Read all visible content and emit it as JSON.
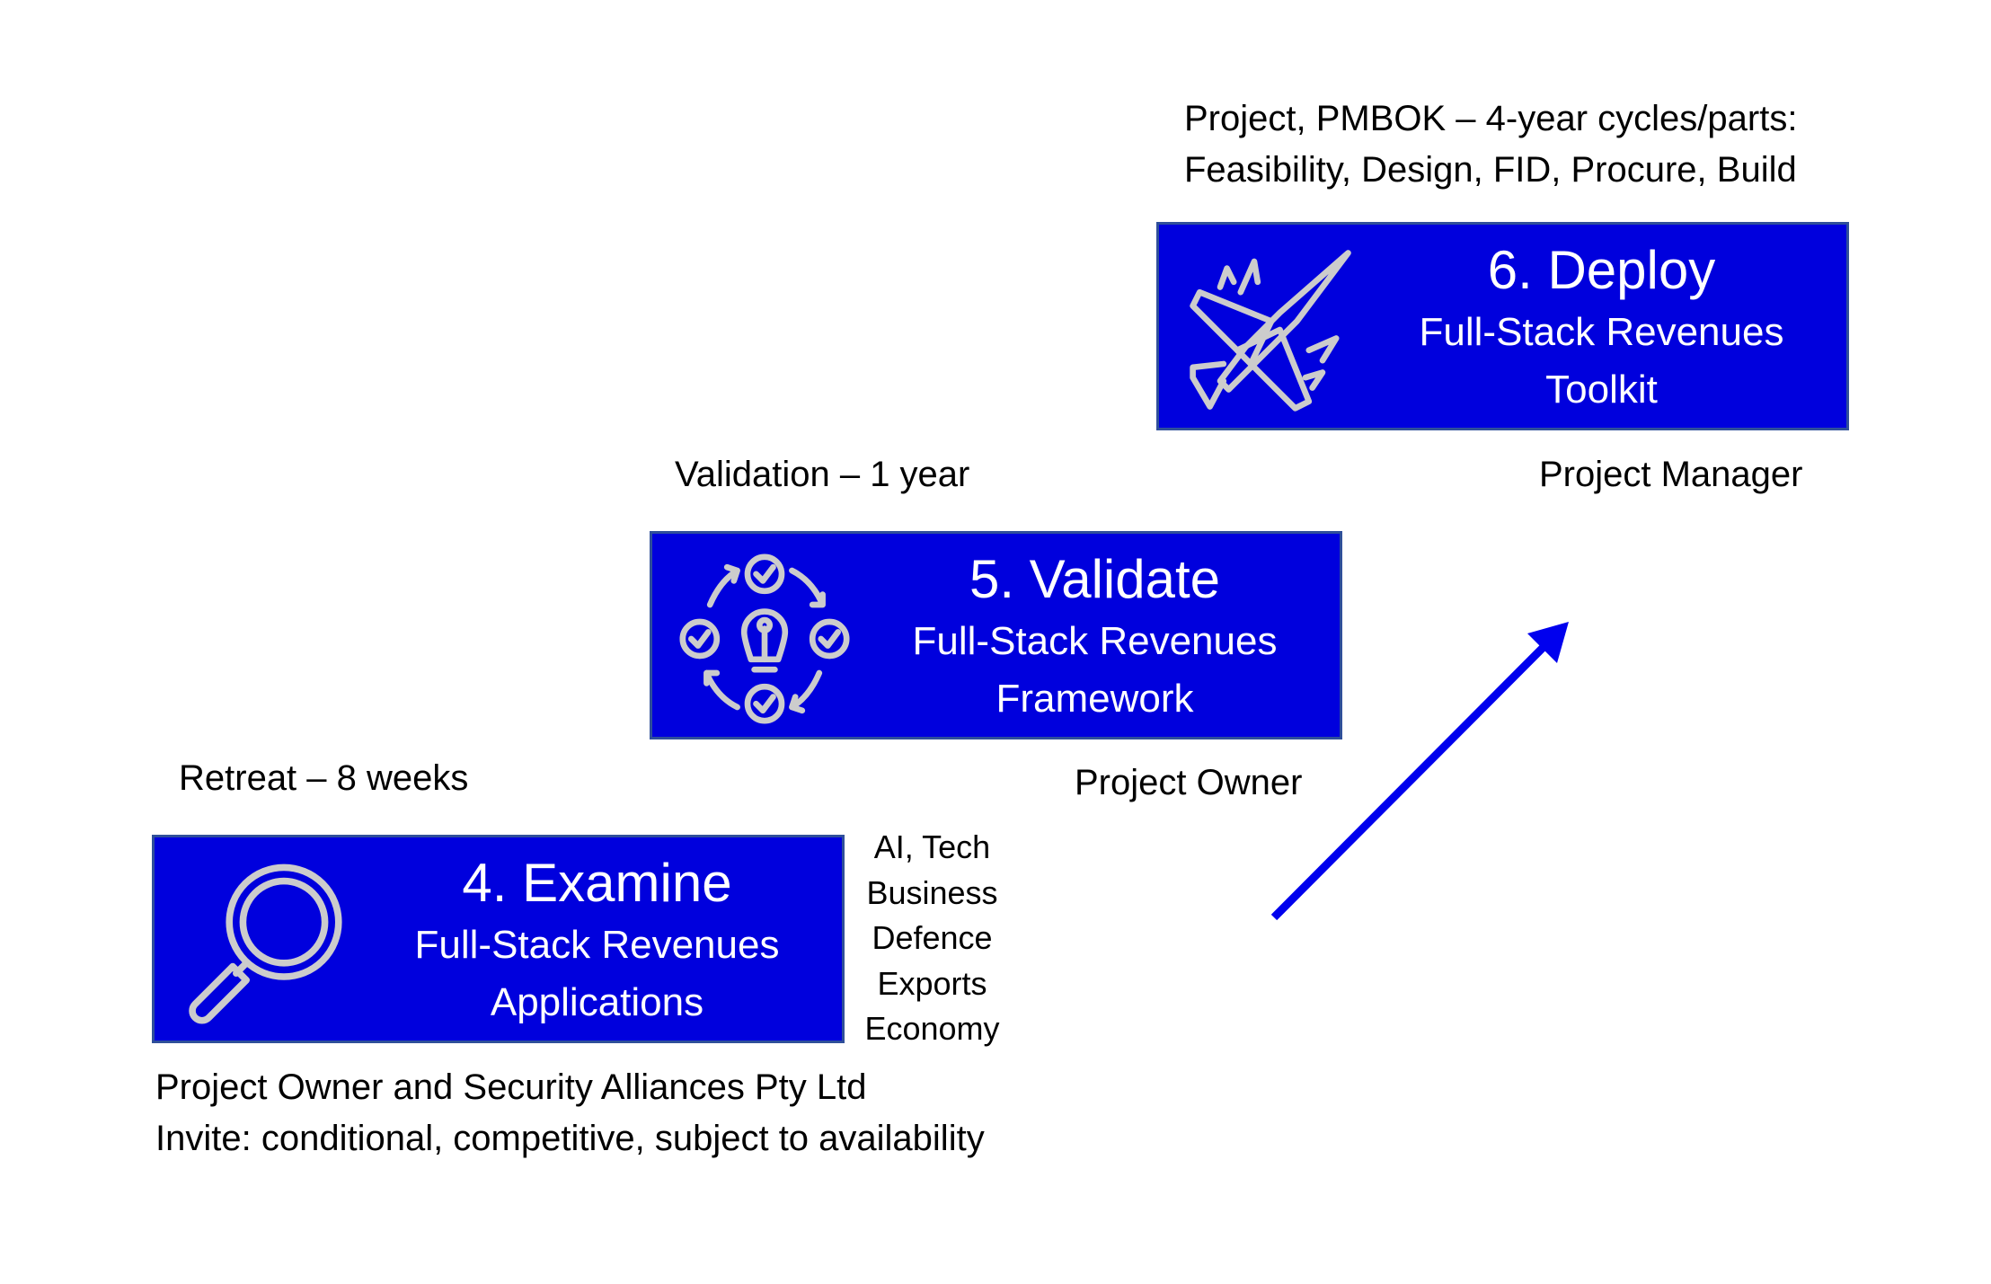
{
  "top_note": {
    "line1": "Project, PMBOK – 4-year cycles/parts:",
    "line2": "Feasibility, Design, FID, Procure, Build"
  },
  "steps": [
    {
      "icon": "magnifier-icon",
      "title": "4. Examine",
      "subtitle1": "Full-Stack Revenues",
      "subtitle2": "Applications",
      "duration": "Retreat – 8 weeks",
      "role": "Project Owner and Security Alliances Pty Ltd"
    },
    {
      "icon": "lightbulb-cycle-icon",
      "title": "5. Validate",
      "subtitle1": "Full-Stack Revenues",
      "subtitle2": "Framework",
      "duration": "Validation – 1 year",
      "role": "Project Owner"
    },
    {
      "icon": "fighter-jet-icon",
      "title": "6. Deploy",
      "subtitle1": "Full-Stack Revenues",
      "subtitle2": "Toolkit",
      "role": "Project Manager"
    }
  ],
  "sectors": [
    "AI, Tech",
    "Business",
    "Defence",
    "Exports",
    "Economy"
  ],
  "invite_note": "Invite: conditional, competitive, subject to availability",
  "colors": {
    "box": "#0000dd",
    "arrow": "#0000ee",
    "icon": "#cccccc"
  }
}
